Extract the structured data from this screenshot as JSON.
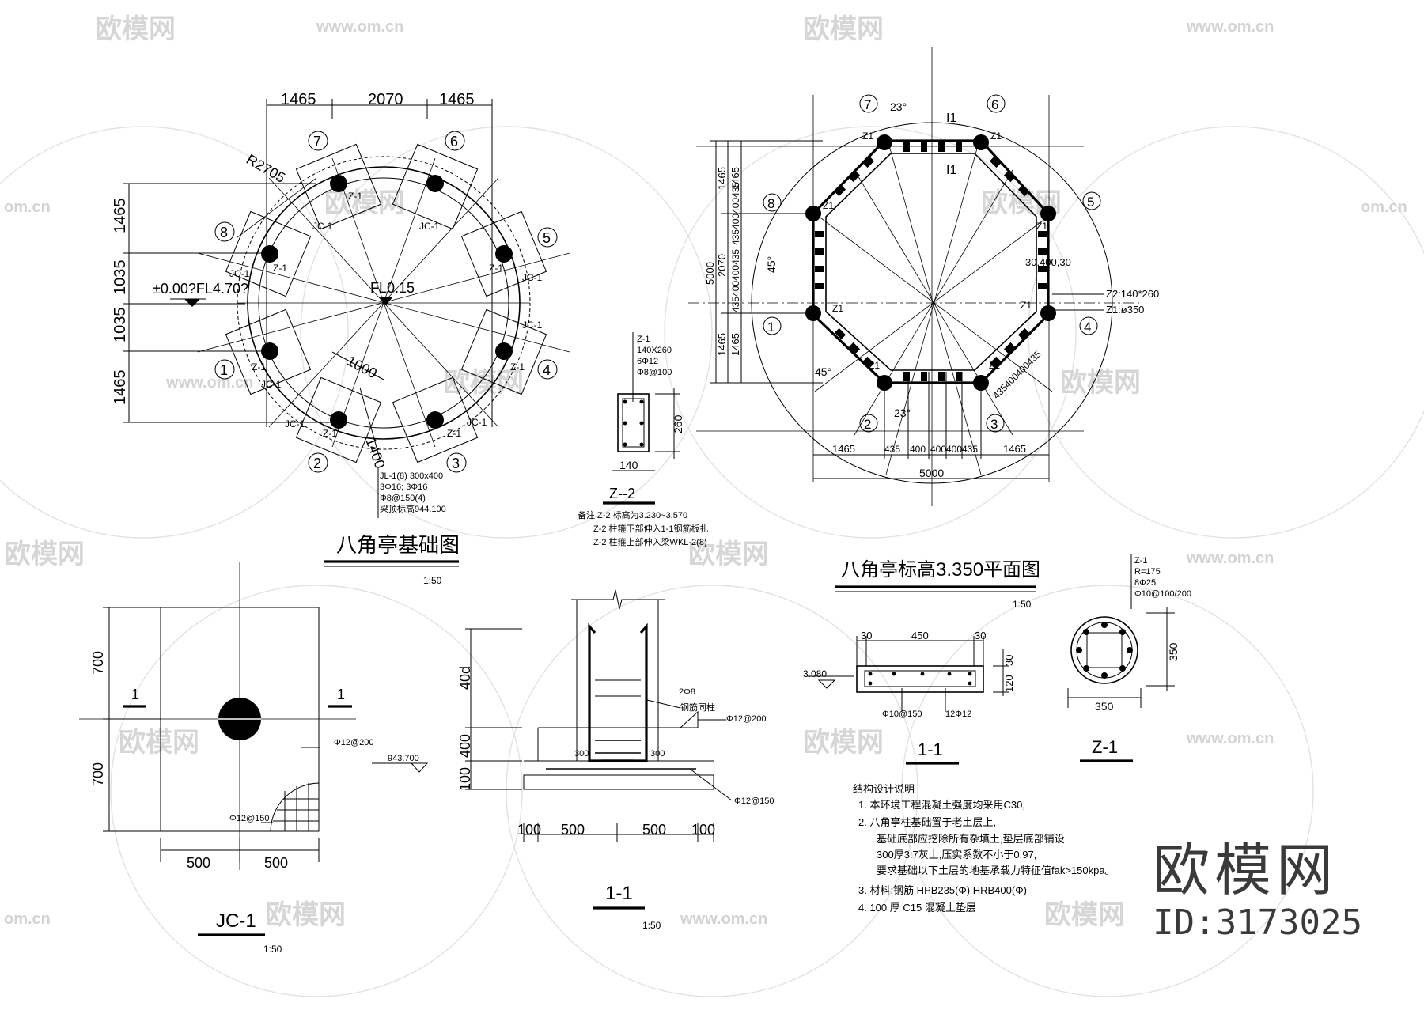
{
  "drawings": {
    "foundation_plan": {
      "title": "八角亭基础图",
      "scale": "1:50",
      "dims_top": [
        "1465",
        "2070",
        "1465"
      ],
      "dims_left": [
        "1465",
        "1035",
        "1035",
        "1465"
      ],
      "radius": "R2705",
      "level_left": "±0.00?FL4.70?",
      "level_center": "FL0.15",
      "footing_size": "1000",
      "footing_size2": "1400",
      "beam_note": [
        "JL-1(8) 300x400",
        "3Φ16; 3Φ16",
        "Φ8@150(4)",
        "梁顶标高944.100"
      ],
      "columns": [
        "1",
        "2",
        "3",
        "4",
        "5",
        "6",
        "7",
        "8"
      ],
      "footing_label": "JC-1",
      "column_label": "Z-1"
    },
    "z2_section": {
      "title": "Z--2",
      "spec": [
        "Z-1",
        "140X260",
        "6Φ12",
        "Φ8@100"
      ],
      "dim_h": "260",
      "dim_w": "140",
      "notes": [
        "备注 Z-2 标高为3.230~3.570",
        "Z-2 柱箍下部伸入1-1钢筋板扎",
        "Z-2 柱箍上部伸入梁WKL-2(8)"
      ]
    },
    "roof_plan": {
      "title": "八角亭标高3.350平面图",
      "scale": "1:50",
      "angle_top": "23°",
      "angle_left": "45°",
      "angle_left2": "45°",
      "angle_bottom": "23°",
      "beam_label": "I1",
      "dims_top_left": [
        "1465",
        "1465"
      ],
      "dims_left_outer": "5000",
      "dims_left_inner": [
        "1465",
        "435",
        "400",
        "400",
        "435",
        "2070",
        "435",
        "400",
        "400",
        "435",
        "1465"
      ],
      "dims_bottom": [
        "1465",
        "435",
        "400",
        "400",
        "400",
        "435",
        "1465"
      ],
      "dim_total": "5000",
      "right_dims": "30,400,30",
      "right_dims2": "435400400435",
      "z2_label": "Z2:140*260",
      "z1_label": "Z1:ø350",
      "columns": [
        "1",
        "2",
        "3",
        "4",
        "5",
        "6",
        "7",
        "8"
      ],
      "z1": "Z1"
    },
    "jc1": {
      "title": "JC-1",
      "scale": "1:50",
      "dims_left": [
        "700",
        "700"
      ],
      "dims_bottom": [
        "500",
        "500"
      ],
      "section_mark": "1",
      "level": "943.700",
      "rebar_top": "Φ12@200",
      "rebar_bottom": "Φ12@150"
    },
    "section_11_large": {
      "title": "1-1",
      "scale": "1:50",
      "dims_left": [
        "40d",
        "400",
        "100"
      ],
      "dims_bottom": [
        "100",
        "500",
        "500",
        "100"
      ],
      "labels": [
        "钢筋同柱",
        "2Φ8",
        "Φ12@200",
        "Φ12@150",
        "300",
        "300"
      ]
    },
    "beam_11": {
      "title": "1-1",
      "level": "3.080",
      "dims_top": [
        "30",
        "450",
        "30"
      ],
      "dim_h": "120",
      "dim_h2": "30",
      "rebar": [
        "Φ10@150",
        "12Φ12"
      ]
    },
    "z1_section": {
      "title": "Z-1",
      "spec": [
        "Z-1",
        "R=175",
        "8Φ25",
        "Φ10@100/200"
      ],
      "dim_h": "350",
      "dim_w": "350"
    },
    "notes": {
      "heading": "结构设计说明",
      "items": [
        "1. 本环境工程混凝土强度均采用C30,",
        "2. 八角亭柱基础置于老土层上,",
        "基础底部应挖除所有杂填土,垫层底部铺设",
        "300厚3:7灰土,压实系数不小于0.97,",
        "要求基础以下土层的地基承载力特征值fak>150kpa。",
        "3. 材料:钢筋 HPB235(Φ)    HRB400(Φ)",
        "4. 100 厚 C15 混凝土垫层"
      ]
    }
  },
  "watermark": {
    "brand": "欧模网",
    "url": "www.om.cn",
    "short_url": "om.cn",
    "id": "ID:3173025"
  }
}
